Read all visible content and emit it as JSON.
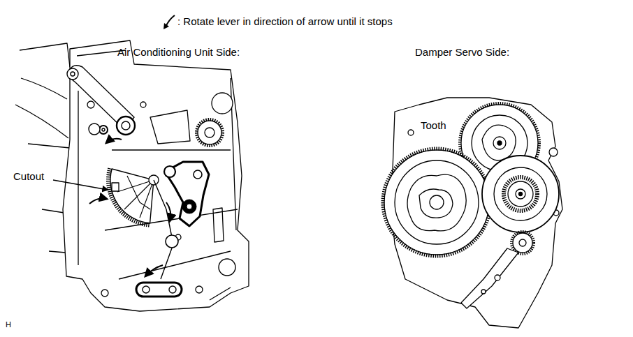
{
  "diagram": {
    "labels": [
      "Air Conditioning Unit Side:",
      "Damper Servo Side:",
      "Cutout",
      "Tooth",
      "H"
    ],
    "legend": [
      {
        "text": ": Rotate lever in direction of arrow until it stops"
      }
    ]
  }
}
